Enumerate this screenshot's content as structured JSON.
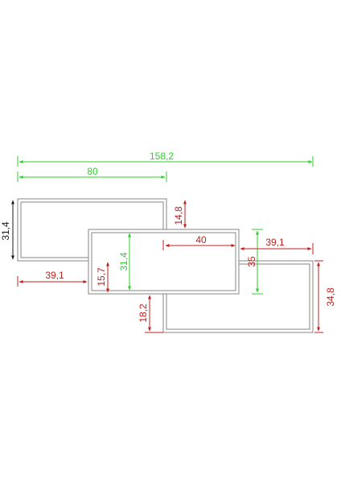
{
  "colors": {
    "background": "#ffffff",
    "outline": "#8a8480",
    "green": "#2fcf2f",
    "red": "#c0201c",
    "black": "#1a1a1a"
  },
  "dimensions": {
    "overall_width": "158,2",
    "left_width": "80",
    "left_height": "31,4",
    "left_overhang": "39,1",
    "offset_top": "14,8",
    "inner_width": "40",
    "middle_height": "31,4",
    "offset_middle": "15,7",
    "right_overhang": "39,1",
    "right_offset": "35",
    "bottom_offset": "18,2",
    "right_height": "34,8"
  }
}
